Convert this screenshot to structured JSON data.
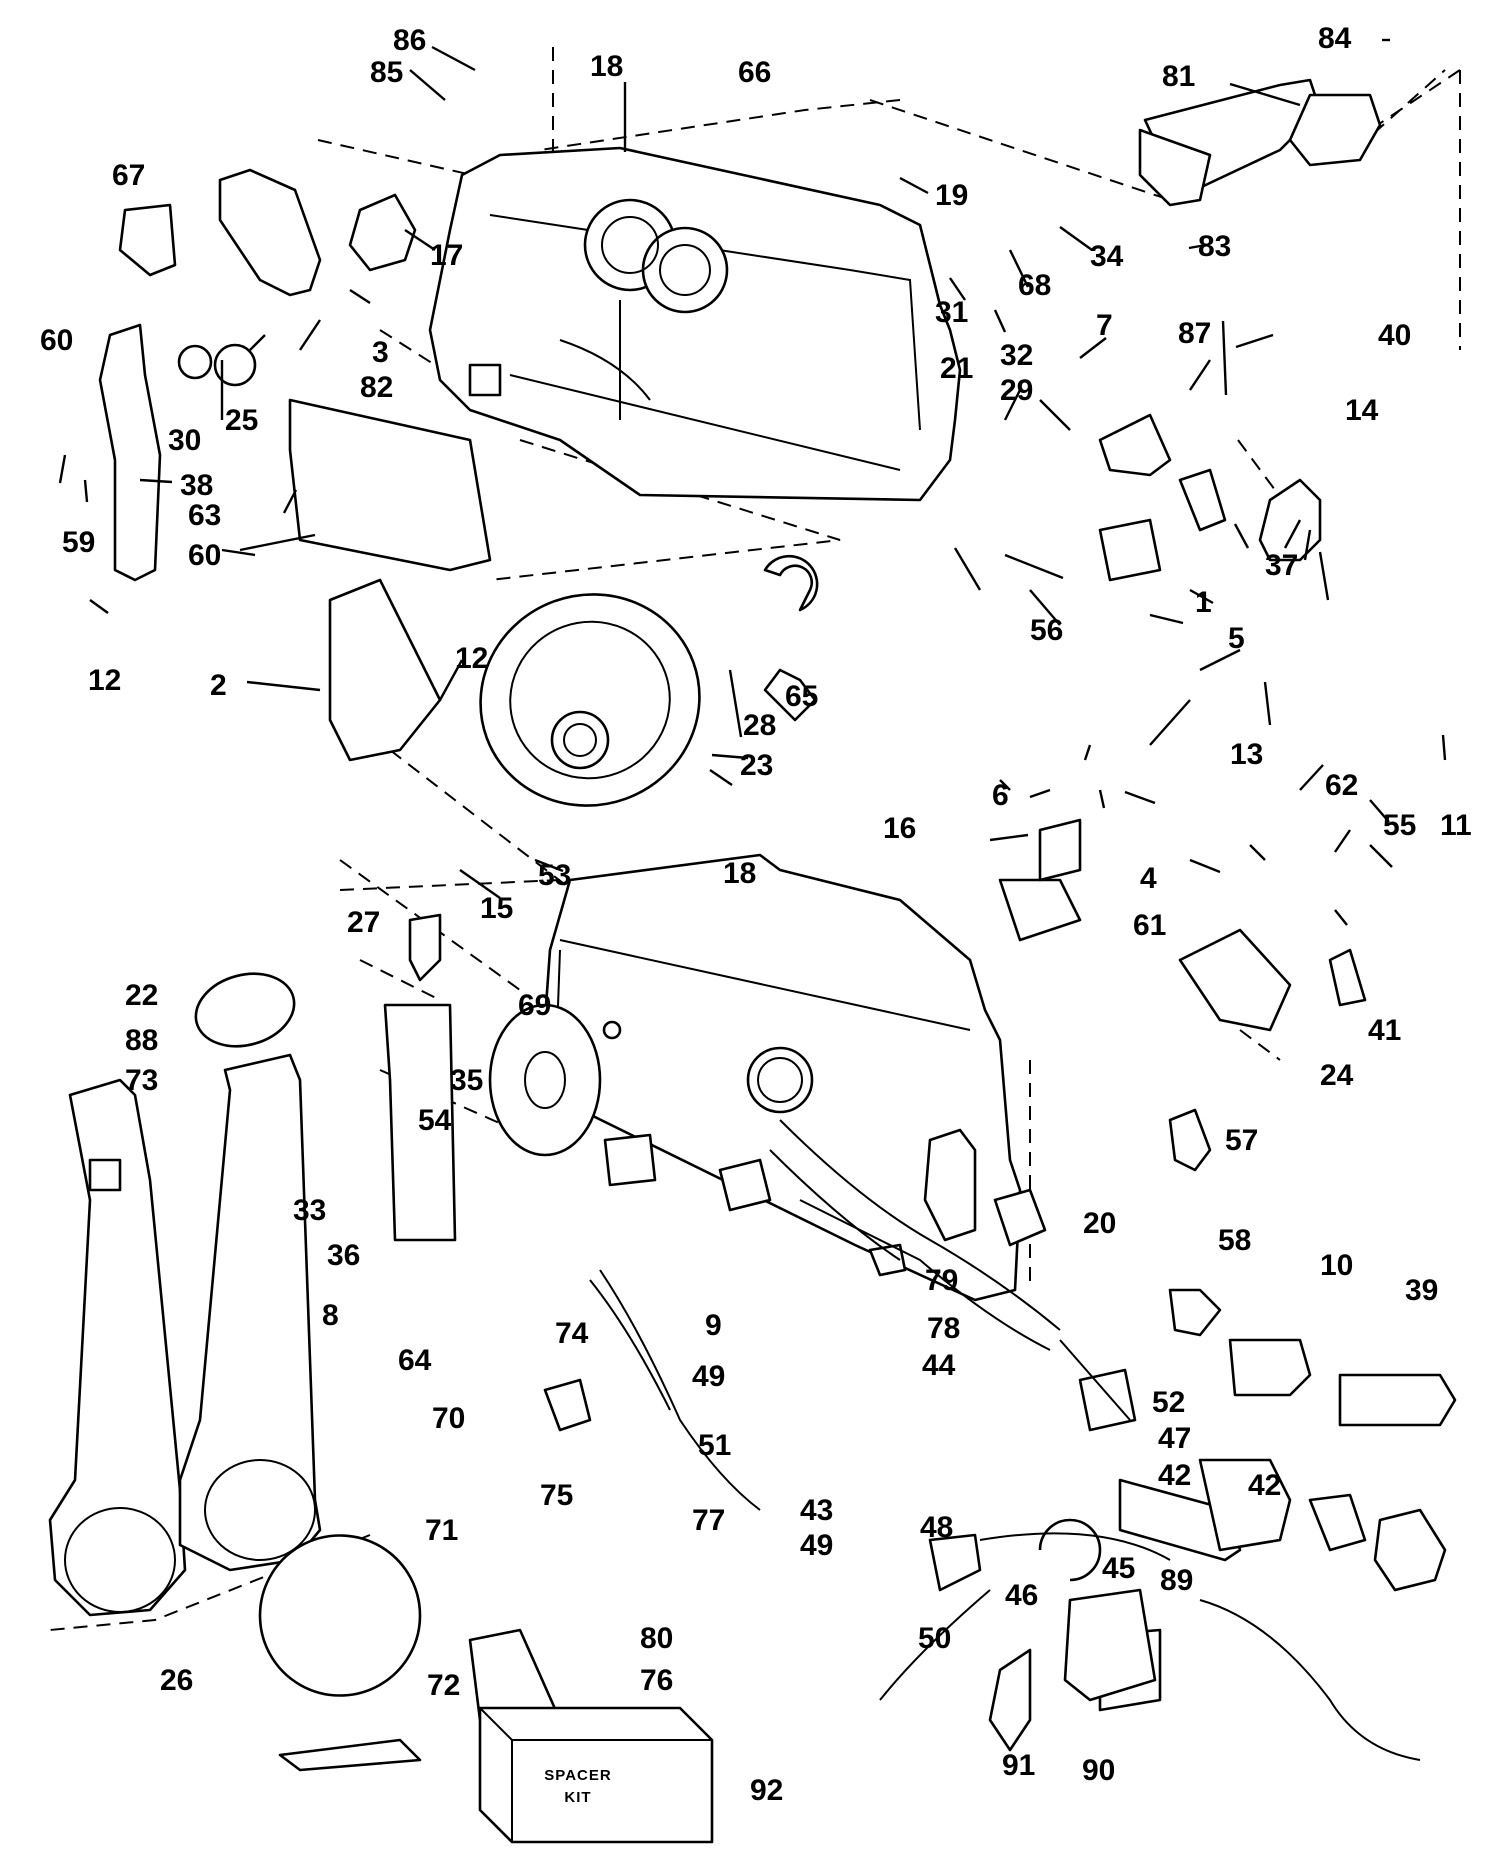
{
  "callouts": [
    "86",
    "85",
    "18",
    "66",
    "84",
    "81",
    "67",
    "19",
    "83",
    "17",
    "3",
    "34",
    "68",
    "31",
    "7",
    "87",
    "40",
    "60",
    "30",
    "25",
    "82",
    "21",
    "32",
    "29",
    "14",
    "38",
    "63",
    "59",
    "60",
    "37",
    "1",
    "5",
    "56",
    "12",
    "65",
    "2",
    "12",
    "28",
    "23",
    "13",
    "62",
    "55",
    "11",
    "6",
    "16",
    "4",
    "18",
    "15",
    "53",
    "61",
    "41",
    "22",
    "27",
    "24",
    "88",
    "73",
    "69",
    "35",
    "57",
    "54",
    "33",
    "20",
    "36",
    "58",
    "10",
    "39",
    "79",
    "9",
    "78",
    "8",
    "64",
    "74",
    "49",
    "44",
    "52",
    "70",
    "51",
    "47",
    "75",
    "42",
    "42",
    "43",
    "48",
    "45",
    "49",
    "46",
    "71",
    "77",
    "89",
    "50",
    "80",
    "26",
    "72",
    "76",
    "91",
    "90",
    "92"
  ],
  "kit_box": {
    "line1": "SPACER",
    "line2": "KIT"
  }
}
